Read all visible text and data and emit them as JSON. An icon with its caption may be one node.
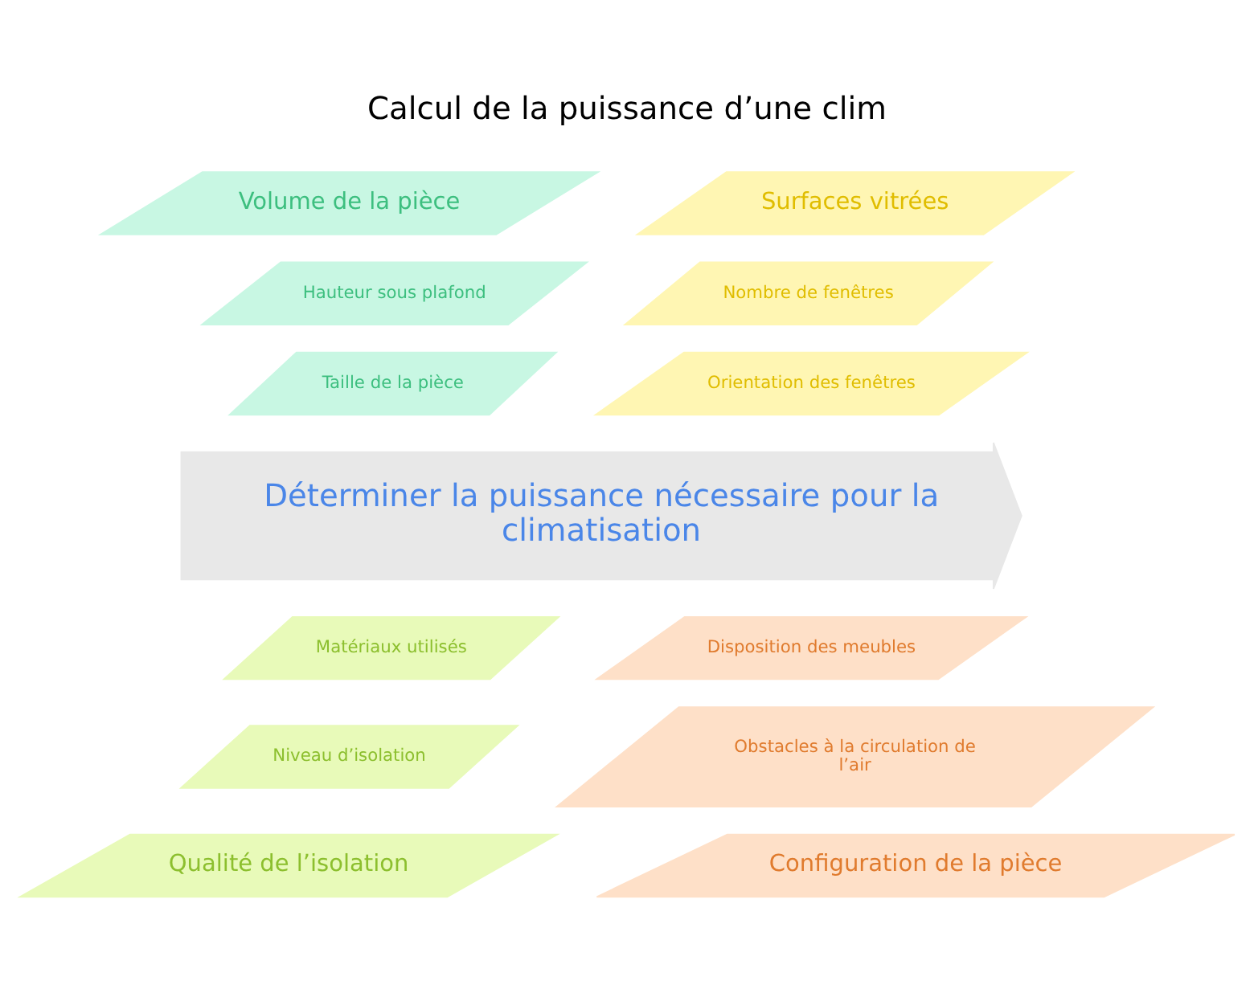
{
  "diagram": {
    "title": "Calcul de la puissance d’une clim",
    "nodes": [
      {
        "text": [
          "Volume de la pièce"
        ]
      },
      {
        "text": [
          "Surfaces vitrées"
        ]
      },
      {
        "text": [
          "Hauteur sous plafond"
        ]
      },
      {
        "text": [
          "Nombre de fenêtres"
        ]
      },
      {
        "text": [
          "Taille de la pièce"
        ]
      },
      {
        "text": [
          "Orientation des fenêtres"
        ]
      },
      {
        "text": [
          "Déterminer la puissance nécessaire pour la climatisation"
        ]
      },
      {
        "text": [
          "Matériaux utilisés"
        ]
      },
      {
        "text": [
          "Disposition des meubles"
        ]
      },
      {
        "text": [
          "Niveau d’isolation"
        ]
      },
      {
        "text": [
          "Obstacles à la circulation de l’air"
        ]
      },
      {
        "text": [
          "Qualité de l’isolation"
        ]
      },
      {
        "text": [
          "Configuration de la pièce"
        ]
      }
    ],
    "edges": []
  }
}
